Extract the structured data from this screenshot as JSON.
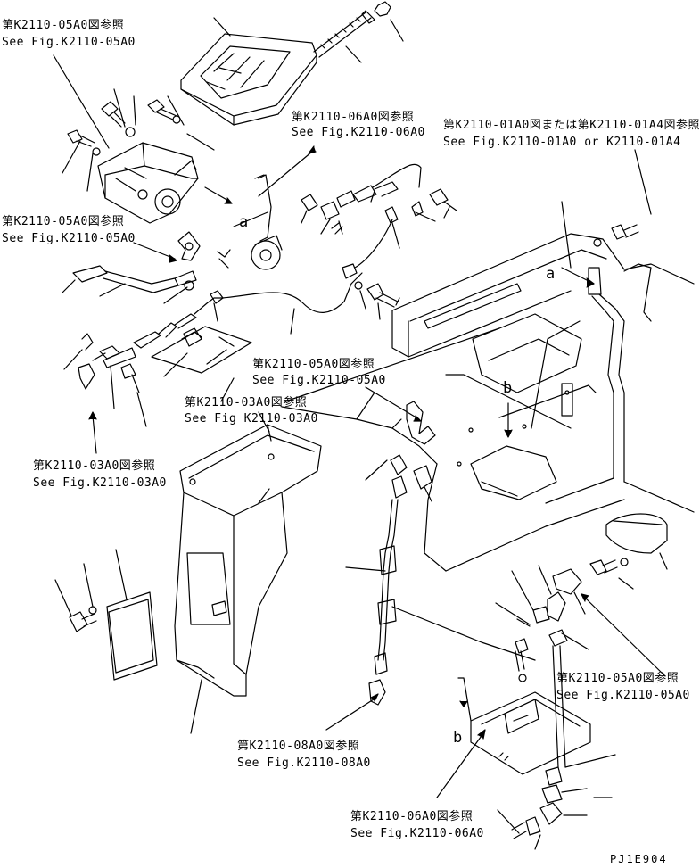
{
  "references": {
    "ref_k2110_05a0_top_jp": "第K2110-05A0図参照",
    "ref_k2110_05a0_top_en": "See Fig.K2110-05A0",
    "ref_k2110_06a0_top_jp": "第K2110-06A0図参照",
    "ref_k2110_06a0_top_en": "See Fig.K2110-06A0",
    "ref_k2110_01a0_jp": "第K2110-01A0図または第K2110-01A4図参照",
    "ref_k2110_01a0_en": "See Fig.K2110-01A0 or K2110-01A4",
    "ref_k2110_05a0_left_jp": "第K2110-05A0図参照",
    "ref_k2110_05a0_left_en": "See Fig.K2110-05A0",
    "ref_k2110_05a0_mid_jp": "第K2110-05A0図参照",
    "ref_k2110_05a0_mid_en": "See Fig.K2110-05A0",
    "ref_k2110_03a0_mid_jp": "第K2110-03A0図参照",
    "ref_k2110_03a0_mid_en": "See Fig K2110-03A0",
    "ref_k2110_03a0_left_jp": "第K2110-03A0図参照",
    "ref_k2110_03a0_left_en": "See Fig.K2110-03A0",
    "ref_k2110_05a0_right_jp": "第K2110-05A0図参照",
    "ref_k2110_05a0_right_en": "See Fig.K2110-05A0",
    "ref_k2110_08a0_jp": "第K2110-08A0図参照",
    "ref_k2110_08a0_en": "See Fig.K2110-08A0",
    "ref_k2110_06a0_bottom_jp": "第K2110-06A0図参照",
    "ref_k2110_06a0_bottom_en": "See Fig.K2110-06A0"
  },
  "markers": {
    "a_left": "a",
    "a_right": "a",
    "b_upper": "b",
    "b_lower": "b"
  },
  "drawing_code": "PJ1E904"
}
